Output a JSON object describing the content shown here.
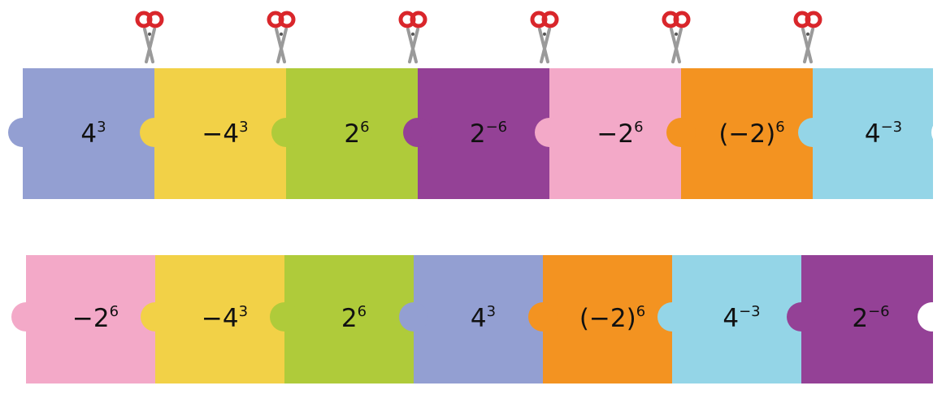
{
  "rows": [
    {
      "name": "row-top",
      "pieces": [
        {
          "base": "4",
          "exp": "3",
          "color": "#939fd2"
        },
        {
          "base": "−4",
          "exp": "3",
          "color": "#f2d147"
        },
        {
          "base": "2",
          "exp": "6",
          "color": "#afcb3a"
        },
        {
          "base": "2",
          "exp": "−6",
          "color": "#944196"
        },
        {
          "base": "−2",
          "exp": "6",
          "color": "#f3a9c8"
        },
        {
          "base": "(−2)",
          "exp": "6",
          "color": "#f39321"
        },
        {
          "base": "4",
          "exp": "−3",
          "color": "#94d5e7"
        }
      ]
    },
    {
      "name": "row-bottom",
      "pieces": [
        {
          "base": "−2",
          "exp": "6",
          "color": "#f3a9c8"
        },
        {
          "base": "−4",
          "exp": "3",
          "color": "#f2d147"
        },
        {
          "base": "2",
          "exp": "6",
          "color": "#afcb3a"
        },
        {
          "base": "4",
          "exp": "3",
          "color": "#939fd2"
        },
        {
          "base": "(−2)",
          "exp": "6",
          "color": "#f39321"
        },
        {
          "base": "4",
          "exp": "−3",
          "color": "#94d5e7"
        },
        {
          "base": "2",
          "exp": "−6",
          "color": "#944196"
        }
      ]
    }
  ],
  "scissors": {
    "icon": "scissors-icon",
    "count": 6,
    "handle_color": "#d9262b",
    "blade_color": "#9a9a9a"
  }
}
